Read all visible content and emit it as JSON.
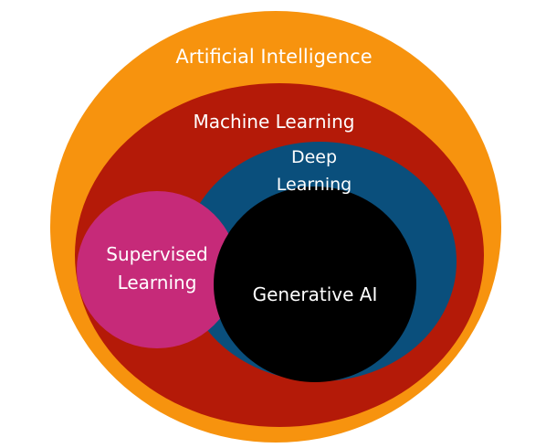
{
  "colors": {
    "background": "#ffffff",
    "artificial_intelligence": "#f7930e",
    "machine_learning": "#b41a08",
    "deep_learning": "#0a4f7c",
    "supervised_learning": "#c62a79",
    "generative_ai": "#000000",
    "label_text": "#ffffff"
  },
  "labels": {
    "artificial_intelligence": "Artificial Intelligence",
    "machine_learning": "Machine Learning",
    "deep_learning_line1": "Deep",
    "deep_learning_line2": "Learning",
    "supervised_learning_line1": "Supervised",
    "supervised_learning_line2": "Learning",
    "generative_ai": "Generative AI"
  }
}
